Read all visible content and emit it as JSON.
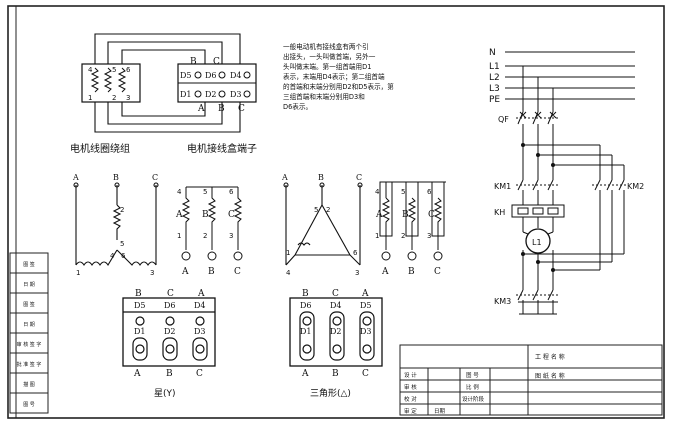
{
  "labels": {
    "coil_group": "电机线圈绕组",
    "terminal_box": "电机接线盒端子",
    "star": "星(Y)",
    "delta": "三角形(△)"
  },
  "note": [
    "一般电动机有接线盒有两个引",
    "出接头，一头叫做首端，另外一",
    "头叫做末端。第一组首端用D1",
    "表示，末端用D4表示；第二组首端",
    "的首端和末端分别用D2和D5表示，第",
    "三组首端和末端分别用D3和",
    "D6表示。"
  ],
  "power_lines": [
    "N",
    "L1",
    "L2",
    "L3",
    "PE"
  ],
  "devices": {
    "qf": "QF",
    "km1": "KM1",
    "km2": "KM2",
    "km3": "KM3",
    "kh": "KH",
    "motor": "L1"
  },
  "phases": [
    "A",
    "B",
    "C"
  ],
  "coil_numbers": {
    "top": [
      "4",
      "5",
      "6"
    ],
    "bottom": [
      "1",
      "2",
      "3"
    ]
  },
  "terminals": {
    "top_row": [
      "D5",
      "D6",
      "D4"
    ],
    "bottom_row": [
      "D1",
      "D2",
      "D3"
    ]
  },
  "delta_terminals_top": [
    "D6",
    "D4",
    "D5"
  ],
  "top_box_terminals": {
    "left": [
      "D5",
      "D6",
      "D4"
    ],
    "right": [
      "D1",
      "D2",
      "D3"
    ]
  },
  "left_cells": [
    "图 签",
    "日 期",
    "图 签",
    "日 期",
    "审 核 签 字",
    "批 准 签 字",
    "描 图",
    "图 号"
  ],
  "title_block": {
    "project": "工 程 名 称",
    "drawing": "图 纸 名 称",
    "rows": [
      [
        "设 计",
        "",
        "图 号",
        ""
      ],
      [
        "审 核",
        "",
        "比 例",
        ""
      ],
      [
        "校 对",
        "",
        "设计阶段",
        ""
      ],
      [
        "审 定",
        "日期",
        "",
        ""
      ]
    ]
  }
}
